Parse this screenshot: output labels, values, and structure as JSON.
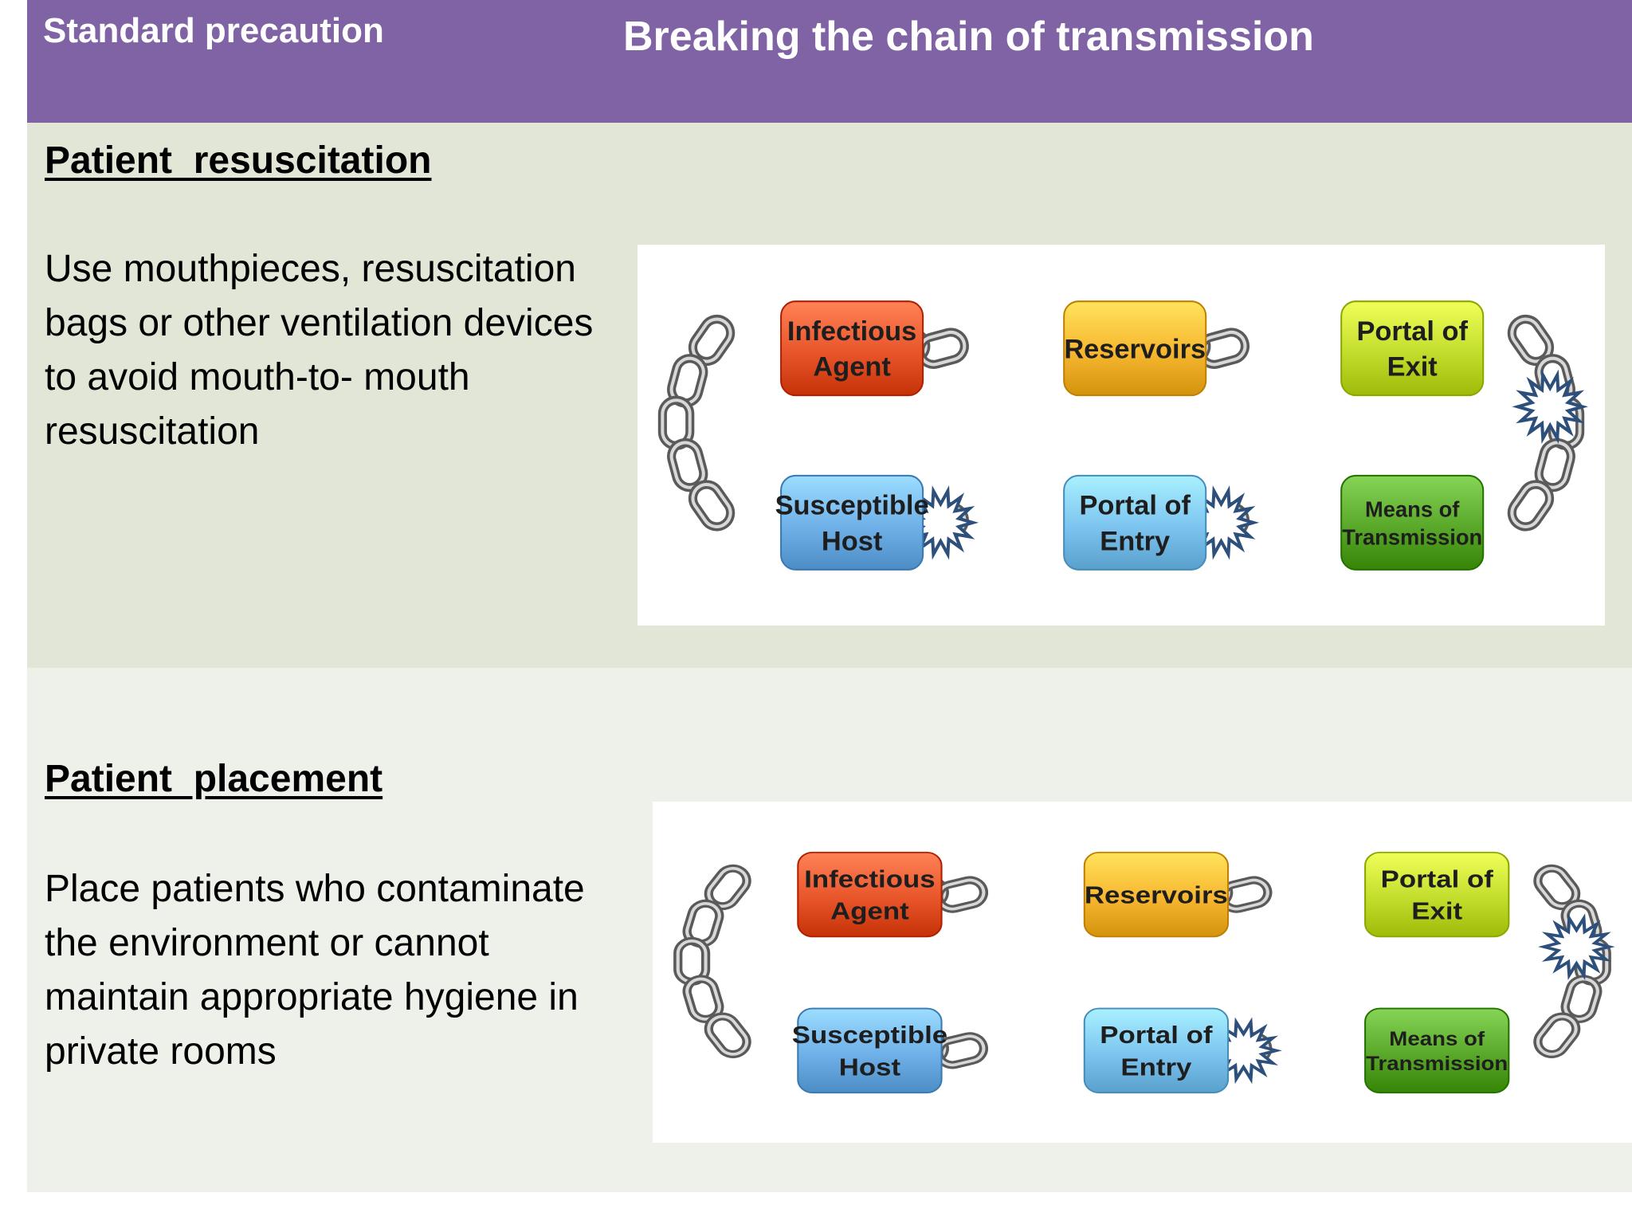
{
  "header": {
    "left_label": "Standard precaution",
    "title": "Breaking the chain of transmission"
  },
  "sections": [
    {
      "heading": "Patient  resuscitation",
      "text": "Use mouthpieces, resuscitation bags or other ventilation devices to avoid mouth-to- mouth resuscitation",
      "broken_links": [
        "right-arc",
        "host-entry",
        "entry-means"
      ]
    },
    {
      "heading": "Patient  placement",
      "text": "Place patients who contaminate the environment or cannot maintain appropriate hygiene in private rooms",
      "broken_links": [
        "right-arc",
        "entry-means"
      ]
    }
  ],
  "chain": {
    "nodes": [
      {
        "id": "infectious-agent",
        "lines": [
          "Infectious",
          "Agent"
        ],
        "color": "#e8552a"
      },
      {
        "id": "reservoirs",
        "lines": [
          "Reservoirs"
        ],
        "color": "#f7b62f"
      },
      {
        "id": "portal-of-exit",
        "lines": [
          "Portal of",
          "Exit"
        ],
        "color": "#c3dd2c"
      },
      {
        "id": "means-of-transmission",
        "lines": [
          "Means of",
          "Transmission"
        ],
        "color": "#5aa82a"
      },
      {
        "id": "portal-of-entry",
        "lines": [
          "Portal of",
          "Entry"
        ],
        "color": "#7cc4ef"
      },
      {
        "id": "susceptible-host",
        "lines": [
          "Susceptible",
          "Host"
        ],
        "color": "#6fb0e8"
      }
    ],
    "link_color": "#5a5a5a",
    "break_color": "#2d4f7c"
  }
}
